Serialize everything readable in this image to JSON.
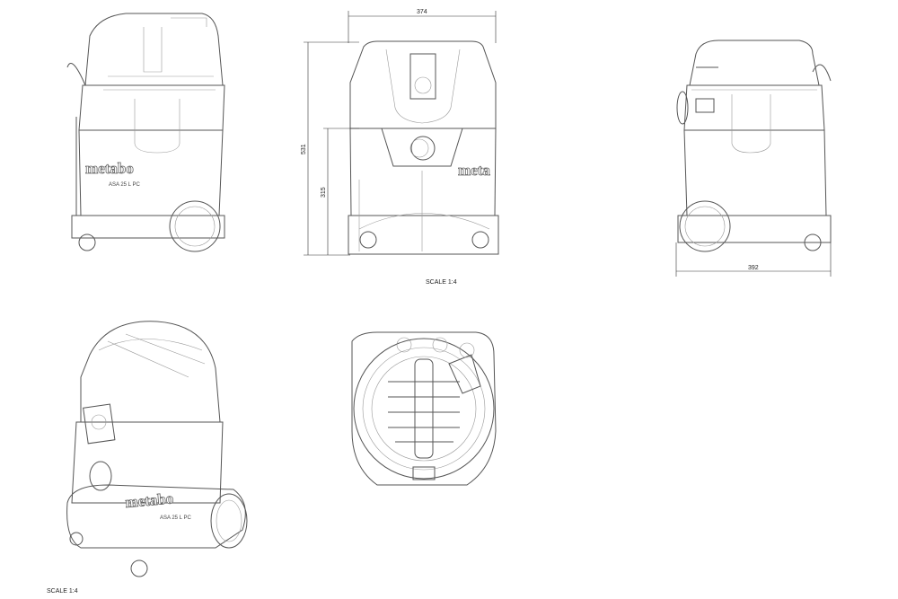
{
  "dimensions": {
    "width_front": "374",
    "height_total": "531",
    "height_lower": "315",
    "depth_side": "392"
  },
  "scale_labels": {
    "top_views": "SCALE  1:4",
    "isometric_view": "SCALE  1:4"
  },
  "product": {
    "brand": "metabo",
    "model": "ASA 25 L PC"
  }
}
